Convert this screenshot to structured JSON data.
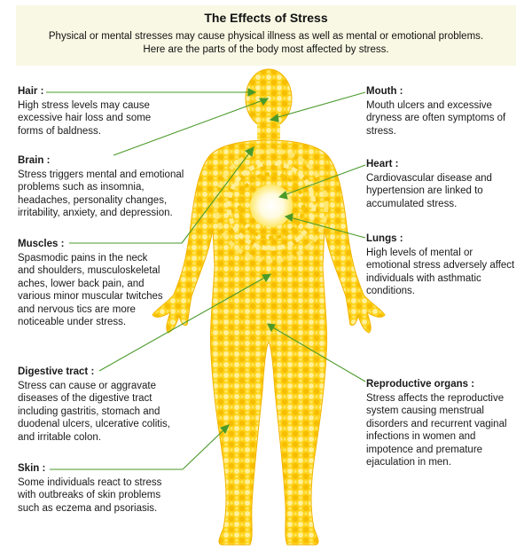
{
  "header": {
    "title": "The Effects of Stress",
    "intro": "Physical or mental stresses may cause physical illness as well as mental or emotional problems. Here are the parts of the body most affected by stress."
  },
  "colors": {
    "header_bg": "#f8f8e4",
    "body_yellow": "#ffd21a",
    "body_dark": "#f5b800",
    "dot_light": "#fff4a8",
    "leader_line": "#4a9a2a"
  },
  "callouts": {
    "hair": {
      "title": "Hair :",
      "text": "High stress levels may cause excessive hair loss and some forms of baldness."
    },
    "brain": {
      "title": "Brain :",
      "text": "Stress triggers mental and emotional problems such as insomnia, headaches, personality changes, irritability, anxiety, and depression."
    },
    "muscles": {
      "title": "Muscles :",
      "text": "Spasmodic pains in the neck and shoulders, musculoskeletal aches, lower back pain, and various minor muscular twitches and nervous tics are more noticeable under stress."
    },
    "digestive": {
      "title": "Digestive tract :",
      "text": "Stress can cause or aggravate diseases of the digestive tract including gastritis, stomach and duodenal ulcers, ulcerative colitis, and irritable colon."
    },
    "skin": {
      "title": "Skin :",
      "text": "Some individuals react to stress with outbreaks of skin problems such as eczema and psoriasis."
    },
    "mouth": {
      "title": "Mouth :",
      "text": "Mouth ulcers and excessive dryness are often symptoms of stress."
    },
    "heart": {
      "title": "Heart :",
      "text": "Cardiovascular disease and hypertension are linked to accumulated stress."
    },
    "lungs": {
      "title": "Lungs :",
      "text": "High levels of mental or emotional stress adversely affect individuals with asthmatic conditions."
    },
    "reproductive": {
      "title": "Reproductive organs :",
      "text": "Stress affects the reproductive system causing menstrual disorders and recurrent vaginal infections in women and impotence and premature ejaculation in men."
    }
  }
}
